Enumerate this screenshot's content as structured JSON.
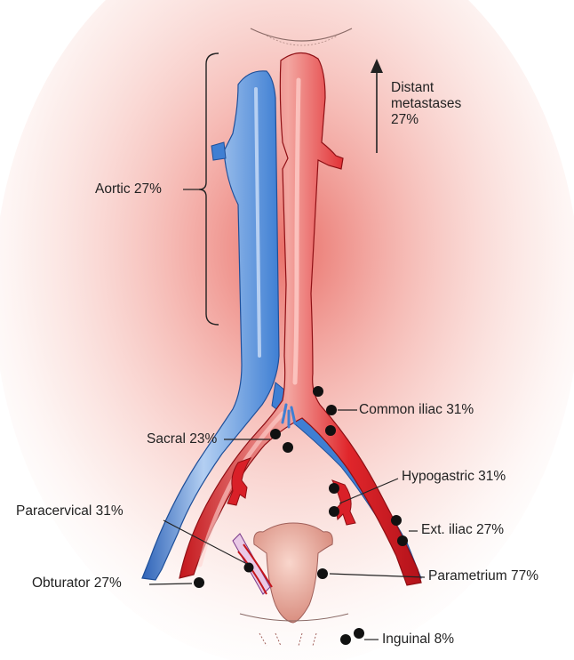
{
  "labels": {
    "distant_line1": "Distant",
    "distant_line2": "metastases",
    "distant_line3": "27%",
    "aortic": "Aortic 27%",
    "common_iliac": "Common iliac 31%",
    "sacral": "Sacral 23%",
    "hypogastric": "Hypogastric 31%",
    "paracervical": "Paracervical 31%",
    "ext_iliac": "Ext. iliac 27%",
    "obturator": "Obturator 27%",
    "parametrium": "Parametrium 77%",
    "inguinal": "Inguinal 8%"
  },
  "colors": {
    "artery": "#e0262b",
    "artery_highlight": "#f6a0a0",
    "vein": "#3f7fd3",
    "vein_highlight": "#a9c8ef",
    "background_glow": "#e86a60",
    "node": "#111111",
    "uterus": "#eeb0a0",
    "text": "#222222"
  }
}
